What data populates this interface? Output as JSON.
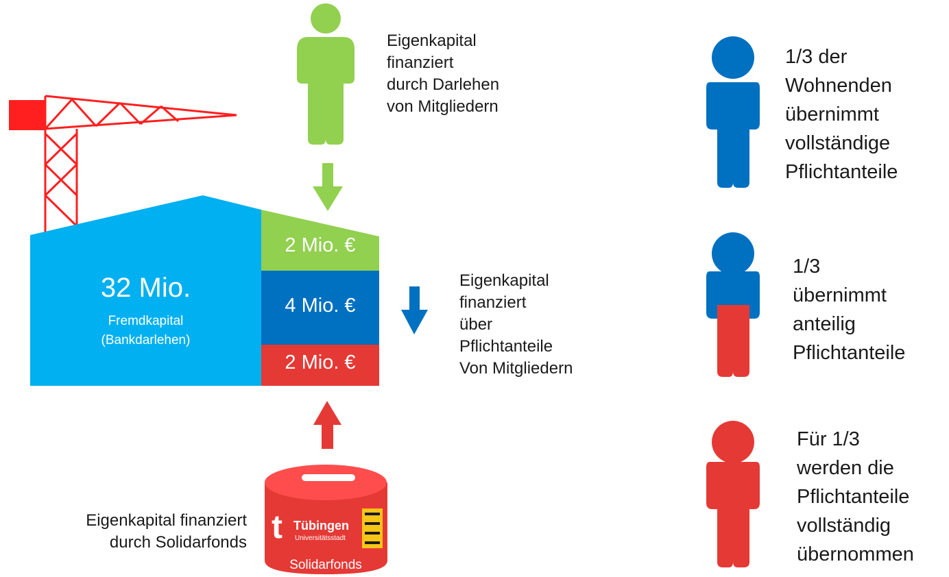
{
  "colors": {
    "green": "#92d050",
    "blue": "#0070c0",
    "red": "#e53935",
    "light_blue": "#00b0f0",
    "crane_red": "#ff1f1f"
  },
  "building": {
    "main_amount": "32 Mio.",
    "main_label_1": "Fremdkapital",
    "main_label_2": "(Bankdarlehen)",
    "blocks": [
      {
        "label": "2 Mio. €",
        "color": "green"
      },
      {
        "label": "4 Mio. €",
        "color": "blue"
      },
      {
        "label": "2 Mio. €",
        "color": "red"
      }
    ]
  },
  "top_person": {
    "text": [
      "Eigenkapital",
      "finanziert",
      "durch Darlehen",
      "von Mitgliedern"
    ]
  },
  "middle_text": [
    "Eigenkapital",
    "finanziert",
    "über",
    "Pflichtanteile",
    "Von Mitgliedern"
  ],
  "bottom_text": [
    "Eigenkapital finanziert",
    "durch Solidarfonds"
  ],
  "can": {
    "logo_letter": "t",
    "city": "Tübingen",
    "city_sub": "Universitätsstadt",
    "label": "Solidarfonds"
  },
  "groups": [
    {
      "text": [
        "1/3 der",
        "Wohnenden",
        "übernimmt",
        "vollständige",
        "Pflichtanteile"
      ]
    },
    {
      "text": [
        "1/3",
        "übernimmt",
        "anteilig",
        "Pflichtanteile"
      ]
    },
    {
      "text": [
        "Für 1/3",
        "werden die",
        "Pflichtanteile",
        "vollständig",
        "übernommen"
      ]
    }
  ]
}
